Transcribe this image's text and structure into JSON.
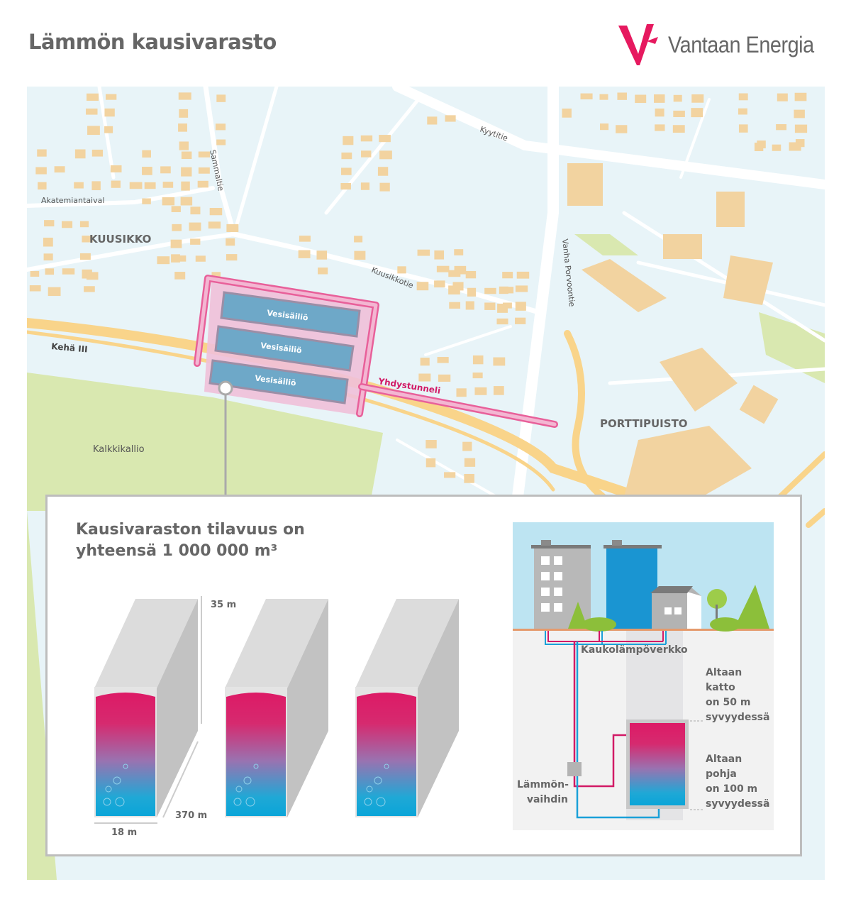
{
  "header": {
    "title": "Lämmön kausivarasto",
    "logo_text": "Vantaan Energia"
  },
  "colors": {
    "accent": "#e6195f",
    "water": "#6ea8c8",
    "road": "#f9d48a",
    "building": "#f2d3a0",
    "park": "#d9e8b0",
    "map_bg": "#e8f4f8"
  },
  "map": {
    "areas": [
      "KUUSIKKO",
      "PORTTIPUISTO",
      "Kalkkikallio"
    ],
    "streets": [
      "Kyytitie",
      "Sammaltie",
      "Akatemiantaival",
      "Kuusikkotie",
      "Vanha Porvoontie",
      "Kehä III"
    ],
    "tanks": [
      "Vesisäiliö",
      "Vesisäiliö",
      "Vesisäiliö"
    ],
    "tunnel": "Yhdystunneli"
  },
  "panel": {
    "title_line1": "Kausivaraston tilavuus on",
    "title_line2": "yhteensä 1 000 000 m³",
    "dims": {
      "height": "35 m",
      "length": "370 m",
      "width": "18 m"
    },
    "network": "Kaukolämpöverkko",
    "exchanger_line1": "Lämmön-",
    "exchanger_line2": "vaihdin",
    "roof": [
      "Altaan",
      "katto",
      "on 50 m",
      "syvyydessä"
    ],
    "bottom": [
      "Altaan",
      "pohja",
      "on 100 m",
      "syvyydessä"
    ]
  }
}
